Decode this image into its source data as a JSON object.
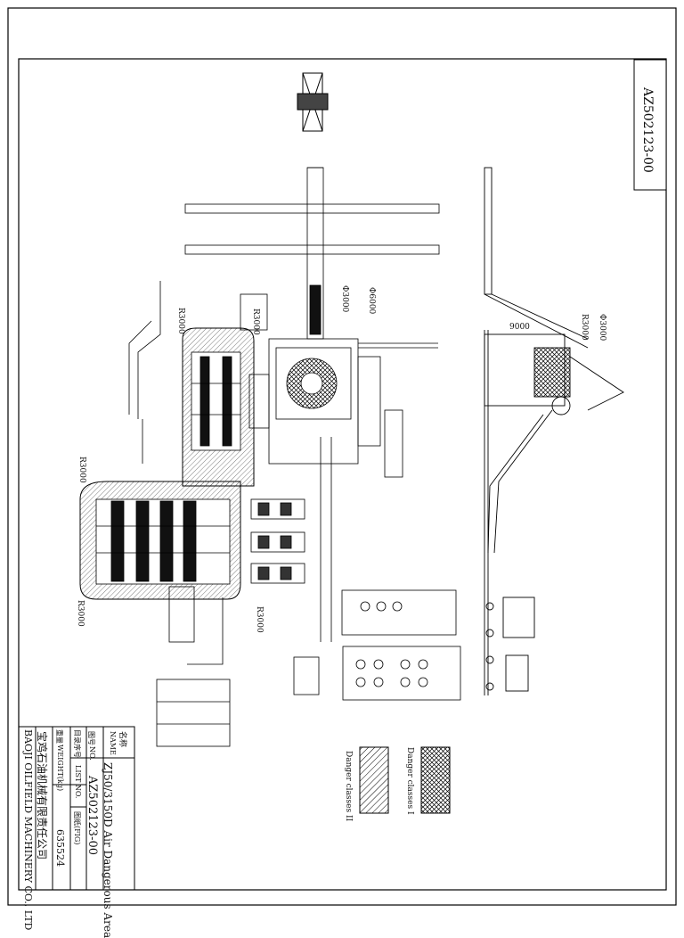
{
  "drawing_number": "AZ502123-00",
  "title_block": {
    "name_cn": "名称",
    "name_en": "NAME",
    "name_value": "ZJ50/3150D Air Dangerous Area",
    "drawing_no_cn": "图号",
    "drawing_no_en": "NO.",
    "drawing_no_value": "AZ502123-00",
    "list_no_cn": "目录序号",
    "list_no_en": "LIST NO.",
    "list_no_value": "图纸(FIG)",
    "weight_cn": "重量",
    "weight_en": "WEIGHT(kg)",
    "weight_value": "635524",
    "company_cn": "宝鸡石油机械有限责任公司",
    "company_en": "BAOJI OILFIELD MACHINERY CO., LTD"
  },
  "legend": {
    "class1": "Danger classes I",
    "class2": "Danger classes II"
  },
  "dimensions": {
    "r3000": "R3000",
    "phi3000": "Φ3000",
    "phi6000": "Φ6000",
    "len9000": "9000"
  }
}
